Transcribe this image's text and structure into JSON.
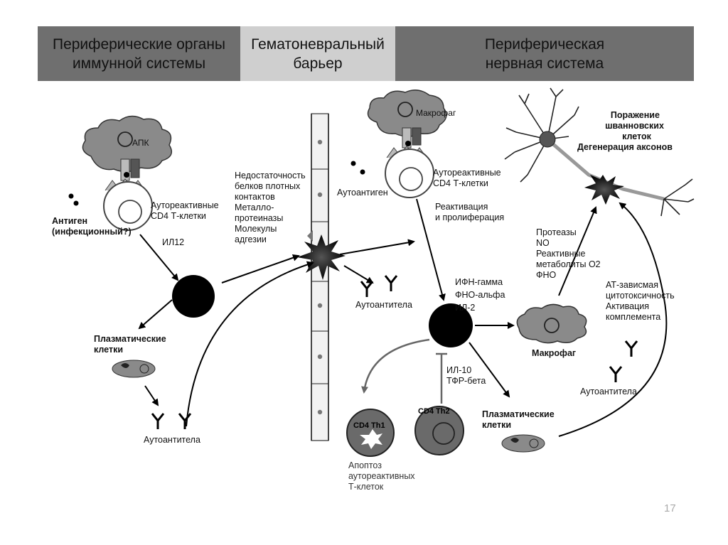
{
  "header": {
    "left": [
      "Периферические органы",
      "иммунной системы"
    ],
    "middle": [
      "Гематоневральный",
      "барьер"
    ],
    "right": [
      "Периферическая",
      "нервная система"
    ]
  },
  "cells": {
    "apc": "АПК",
    "macrophage_top": "Макрофаг",
    "cd4_th1": "CD4 Th1",
    "cd4_th2": "CD4 Th2"
  },
  "labels": {
    "antigen": [
      "Антиген",
      "(инфекционный?)"
    ],
    "autoreactive_left": [
      "Аутореактивные",
      "CD4 Т-клетки"
    ],
    "il12": "ИЛ12",
    "plasma_left": [
      "Плазматические",
      "клетки"
    ],
    "autoantibodies_left": "Аутоантитела",
    "barrier_factors": [
      "Недостаточность",
      "белков плотных",
      "контактов",
      "Металло-",
      "протеиназы",
      "Молекулы",
      "адгезии"
    ],
    "autoantibodies_mid": "Аутоантитела",
    "autoantigen": "Аутоантиген",
    "autoreactive_right": [
      "Аутореактивные",
      "CD4 Т-клетки"
    ],
    "reactivation": [
      "Реактивация",
      "и пролиферация"
    ],
    "cytokines": [
      "ИФН-гамма",
      "ФНО-альфа",
      "ИЛ-2"
    ],
    "il10": [
      "ИЛ-10",
      "ТФР-бета"
    ],
    "apoptosis": [
      "Апоптоз",
      "аутореактивных",
      "Т-клеток"
    ],
    "plasma_right": [
      "Плазматические",
      "клетки"
    ],
    "macrophage_bottom": "Макрофаг",
    "mediators": [
      "Протеазы",
      "NO",
      "Реактивные",
      "метаболиты О2",
      "ФНО"
    ],
    "at_dependent": [
      "АТ-зависмая",
      "цитотоксичность",
      "Активация",
      "комплемента"
    ],
    "autoantibodies_right": "Аутоантитела",
    "damage": [
      "Поражение",
      "шванновских",
      "клеток",
      "Дегенерация аксонов"
    ]
  },
  "page_number": "17"
}
